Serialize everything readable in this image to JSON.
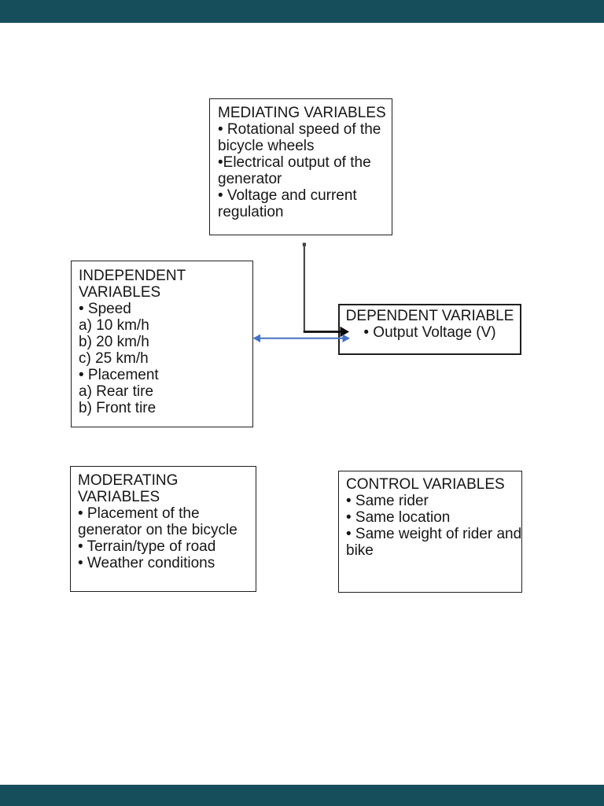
{
  "viewer": {
    "top_bar_color": "#174e5b",
    "bottom_bar_color": "#174e5b",
    "page_background": "#ffffff"
  },
  "colors": {
    "box_border": "#1f1f1f",
    "text": "#161616",
    "black_arrow": "#0a0a0a",
    "blue_arrow": "#4472c4"
  },
  "diagram": {
    "mediating_box": {
      "lines": [
        "MEDIATING VARIABLES",
        "• Rotational speed of the",
        "bicycle wheels",
        "•Electrical output of the",
        "generator",
        "• Voltage and current",
        "regulation"
      ]
    },
    "independent_box": {
      "lines": [
        "INDEPENDENT",
        "VARIABLES",
        "• Speed",
        "a) 10 km/h",
        "b) 20 km/h",
        "c) 25 km/h",
        "• Placement",
        "a) Rear tire",
        "b) Front tire"
      ]
    },
    "dependent_box": {
      "lines": [
        "DEPENDENT VARIABLE",
        "• Output Voltage (V)"
      ]
    },
    "moderating_box": {
      "lines": [
        "MODERATING",
        "VARIABLES",
        "• Placement of the",
        "generator on the bicycle",
        "• Terrain/type of road",
        "• Weather conditions"
      ]
    },
    "control_box": {
      "lines": [
        "CONTROL VARIABLES",
        "• Same rider",
        "• Same location",
        "• Same weight of rider and",
        "bike"
      ]
    },
    "arrows": {
      "mediating_to_dependent": {
        "type": "elbow-arrow",
        "color": "#0a0a0a"
      },
      "independent_dependent": {
        "type": "double-headed-arrow",
        "color": "#4472c4"
      }
    }
  }
}
